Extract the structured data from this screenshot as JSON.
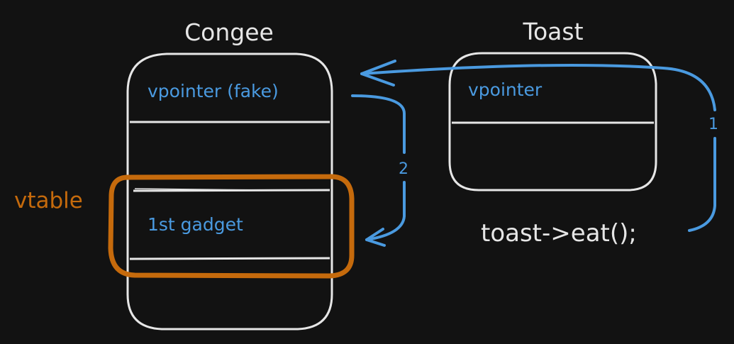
{
  "colors": {
    "background": "#121212",
    "stroke": "#e6e6e6",
    "blue": "#4a9ae0",
    "orange": "#c56a0c"
  },
  "congee": {
    "title": "Congee",
    "row1_label": "vpointer (fake)",
    "row3_label": "1st gadget"
  },
  "toast": {
    "title": "Toast",
    "row1_label": "vpointer"
  },
  "vtable_label": "vtable",
  "call_label": "toast->eat();",
  "arrows": {
    "arrow1_label": "1",
    "arrow2_label": "2"
  }
}
